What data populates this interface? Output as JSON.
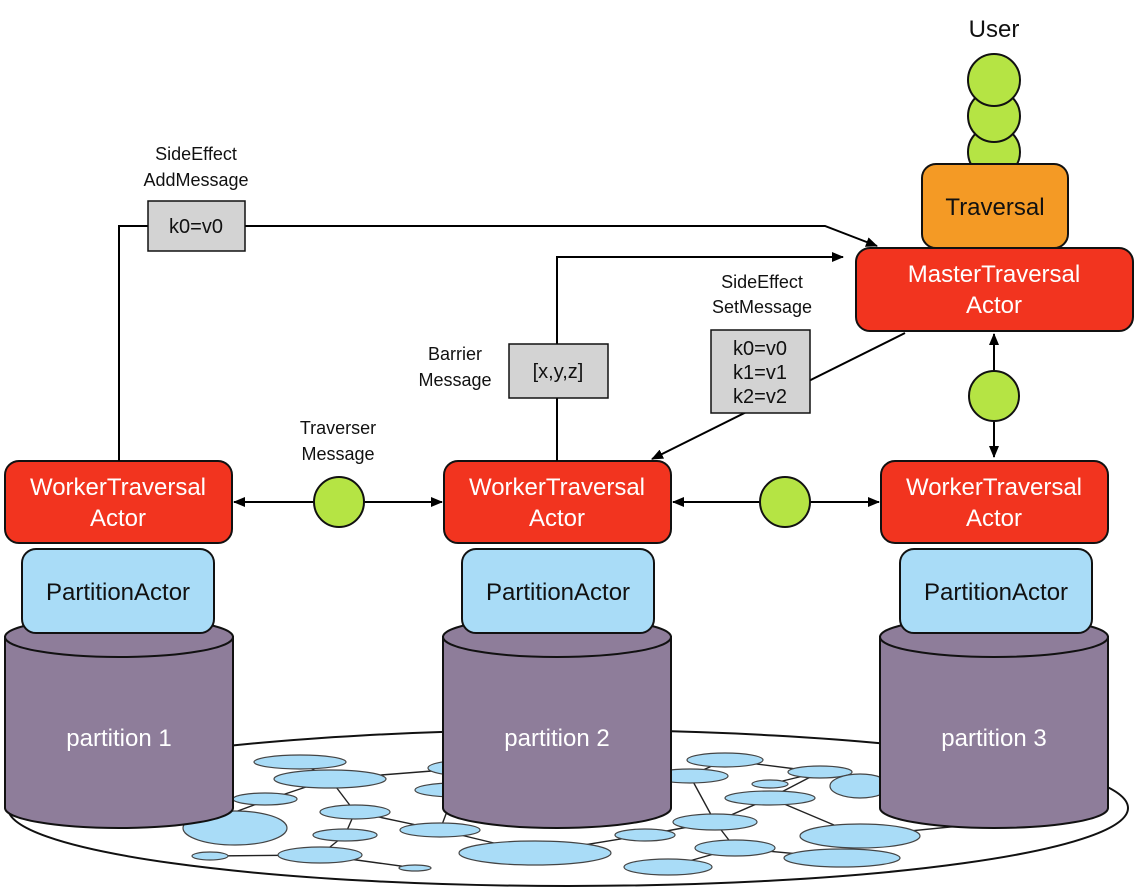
{
  "user_label": "User",
  "traversal_label": "Traversal",
  "master": {
    "line1": "MasterTraversal",
    "line2": "Actor"
  },
  "workers": [
    {
      "line1": "WorkerTraversal",
      "line2": "Actor",
      "partition_actor": "PartitionActor",
      "partition": "partition 1"
    },
    {
      "line1": "WorkerTraversal",
      "line2": "Actor",
      "partition_actor": "PartitionActor",
      "partition": "partition 2"
    },
    {
      "line1": "WorkerTraversal",
      "line2": "Actor",
      "partition_actor": "PartitionActor",
      "partition": "partition 3"
    }
  ],
  "side_effect_add": {
    "line1": "SideEffect",
    "line2": "AddMessage",
    "box": "k0=v0"
  },
  "side_effect_set": {
    "line1": "SideEffect",
    "line2": "SetMessage",
    "box_lines": [
      "k0=v0",
      "k1=v1",
      "k2=v2"
    ]
  },
  "barrier": {
    "line1": "Barrier",
    "line2": "Message",
    "box": "[x,y,z]"
  },
  "traverser_msg": {
    "line1": "Traverser",
    "line2": "Message"
  },
  "colors": {
    "actor_red": "#f2341f",
    "traversal_orange": "#f49a25",
    "partition_actor_blue": "#a9dcf7",
    "cylinder_purple": "#8e7d9a",
    "traverser_green": "#b5e444",
    "message_box_gray": "#d3d3d3",
    "graph_node_blue": "#a9dcf7"
  }
}
